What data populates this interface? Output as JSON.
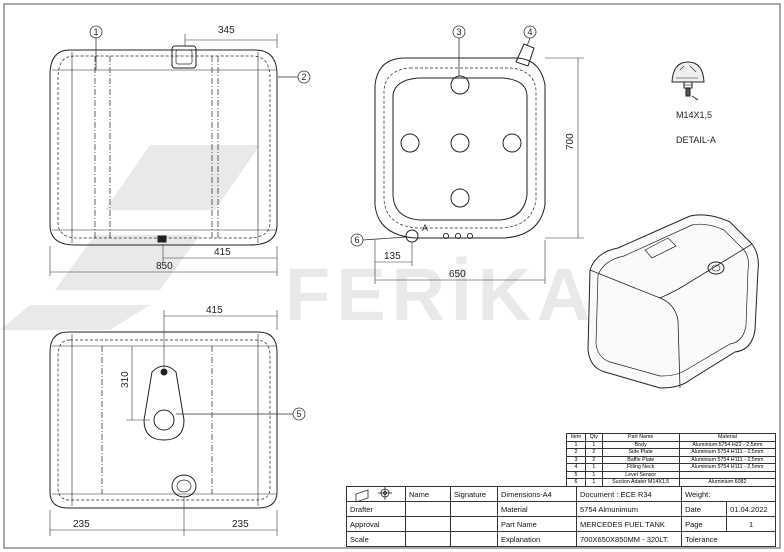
{
  "dimensions": {
    "front_top_width": "345",
    "front_right_width": "415",
    "front_overall_width": "850",
    "side_height": "700",
    "side_offset": "135",
    "side_width": "650",
    "bottom_top_width": "415",
    "bottom_height": "310",
    "bottom_left": "235",
    "bottom_right": "235"
  },
  "balloons": [
    "1",
    "2",
    "3",
    "4",
    "5",
    "6"
  ],
  "detail_label_A": "A",
  "detail": {
    "thread": "M14X1,5",
    "name": "DETAIL-A"
  },
  "watermark": "FERİKAS",
  "parts_table": {
    "headers": [
      "Item",
      "Qty",
      "Part Name",
      "Material"
    ],
    "rows": [
      [
        "1",
        "1",
        "Body",
        "Aluminium 5754 H22 - 2,5mm"
      ],
      [
        "2",
        "2",
        "Side Plate",
        "Aluminium 5754 H111 - 2,5mm"
      ],
      [
        "3",
        "2",
        "Baffle Plate",
        "Aluminium 5754 H111 - 2,5mm"
      ],
      [
        "4",
        "1",
        "Filling Neck",
        "Aluminium 5754 H111 - 2,5mm"
      ],
      [
        "5",
        "1",
        "Level Sensor",
        ""
      ],
      [
        "6",
        "1",
        "Suction Adater M14X1,5",
        "Aluminium 6082"
      ]
    ]
  },
  "title_block": {
    "name_label": "Name",
    "signature_label": "Signature",
    "dimensions_label": "Dimensions-A4",
    "document_label": "Document : ECE R34",
    "weight_label": "Weight:",
    "drafter_label": "Drafter",
    "material_label": "Material",
    "material_value": "5754 Almunimum",
    "date_label": "Date",
    "date_value": "01.04.2022",
    "approval_label": "Approval",
    "partname_label": "Part Name",
    "partname_value": "MERCEDES FUEL TANK",
    "page_label": "Page",
    "page_value": "1",
    "scale_label": "Scale",
    "explanation_label": "Explanation",
    "explanation_value": "700X650X850MM - 320LT.",
    "tolerance_label": "Tolerance"
  }
}
